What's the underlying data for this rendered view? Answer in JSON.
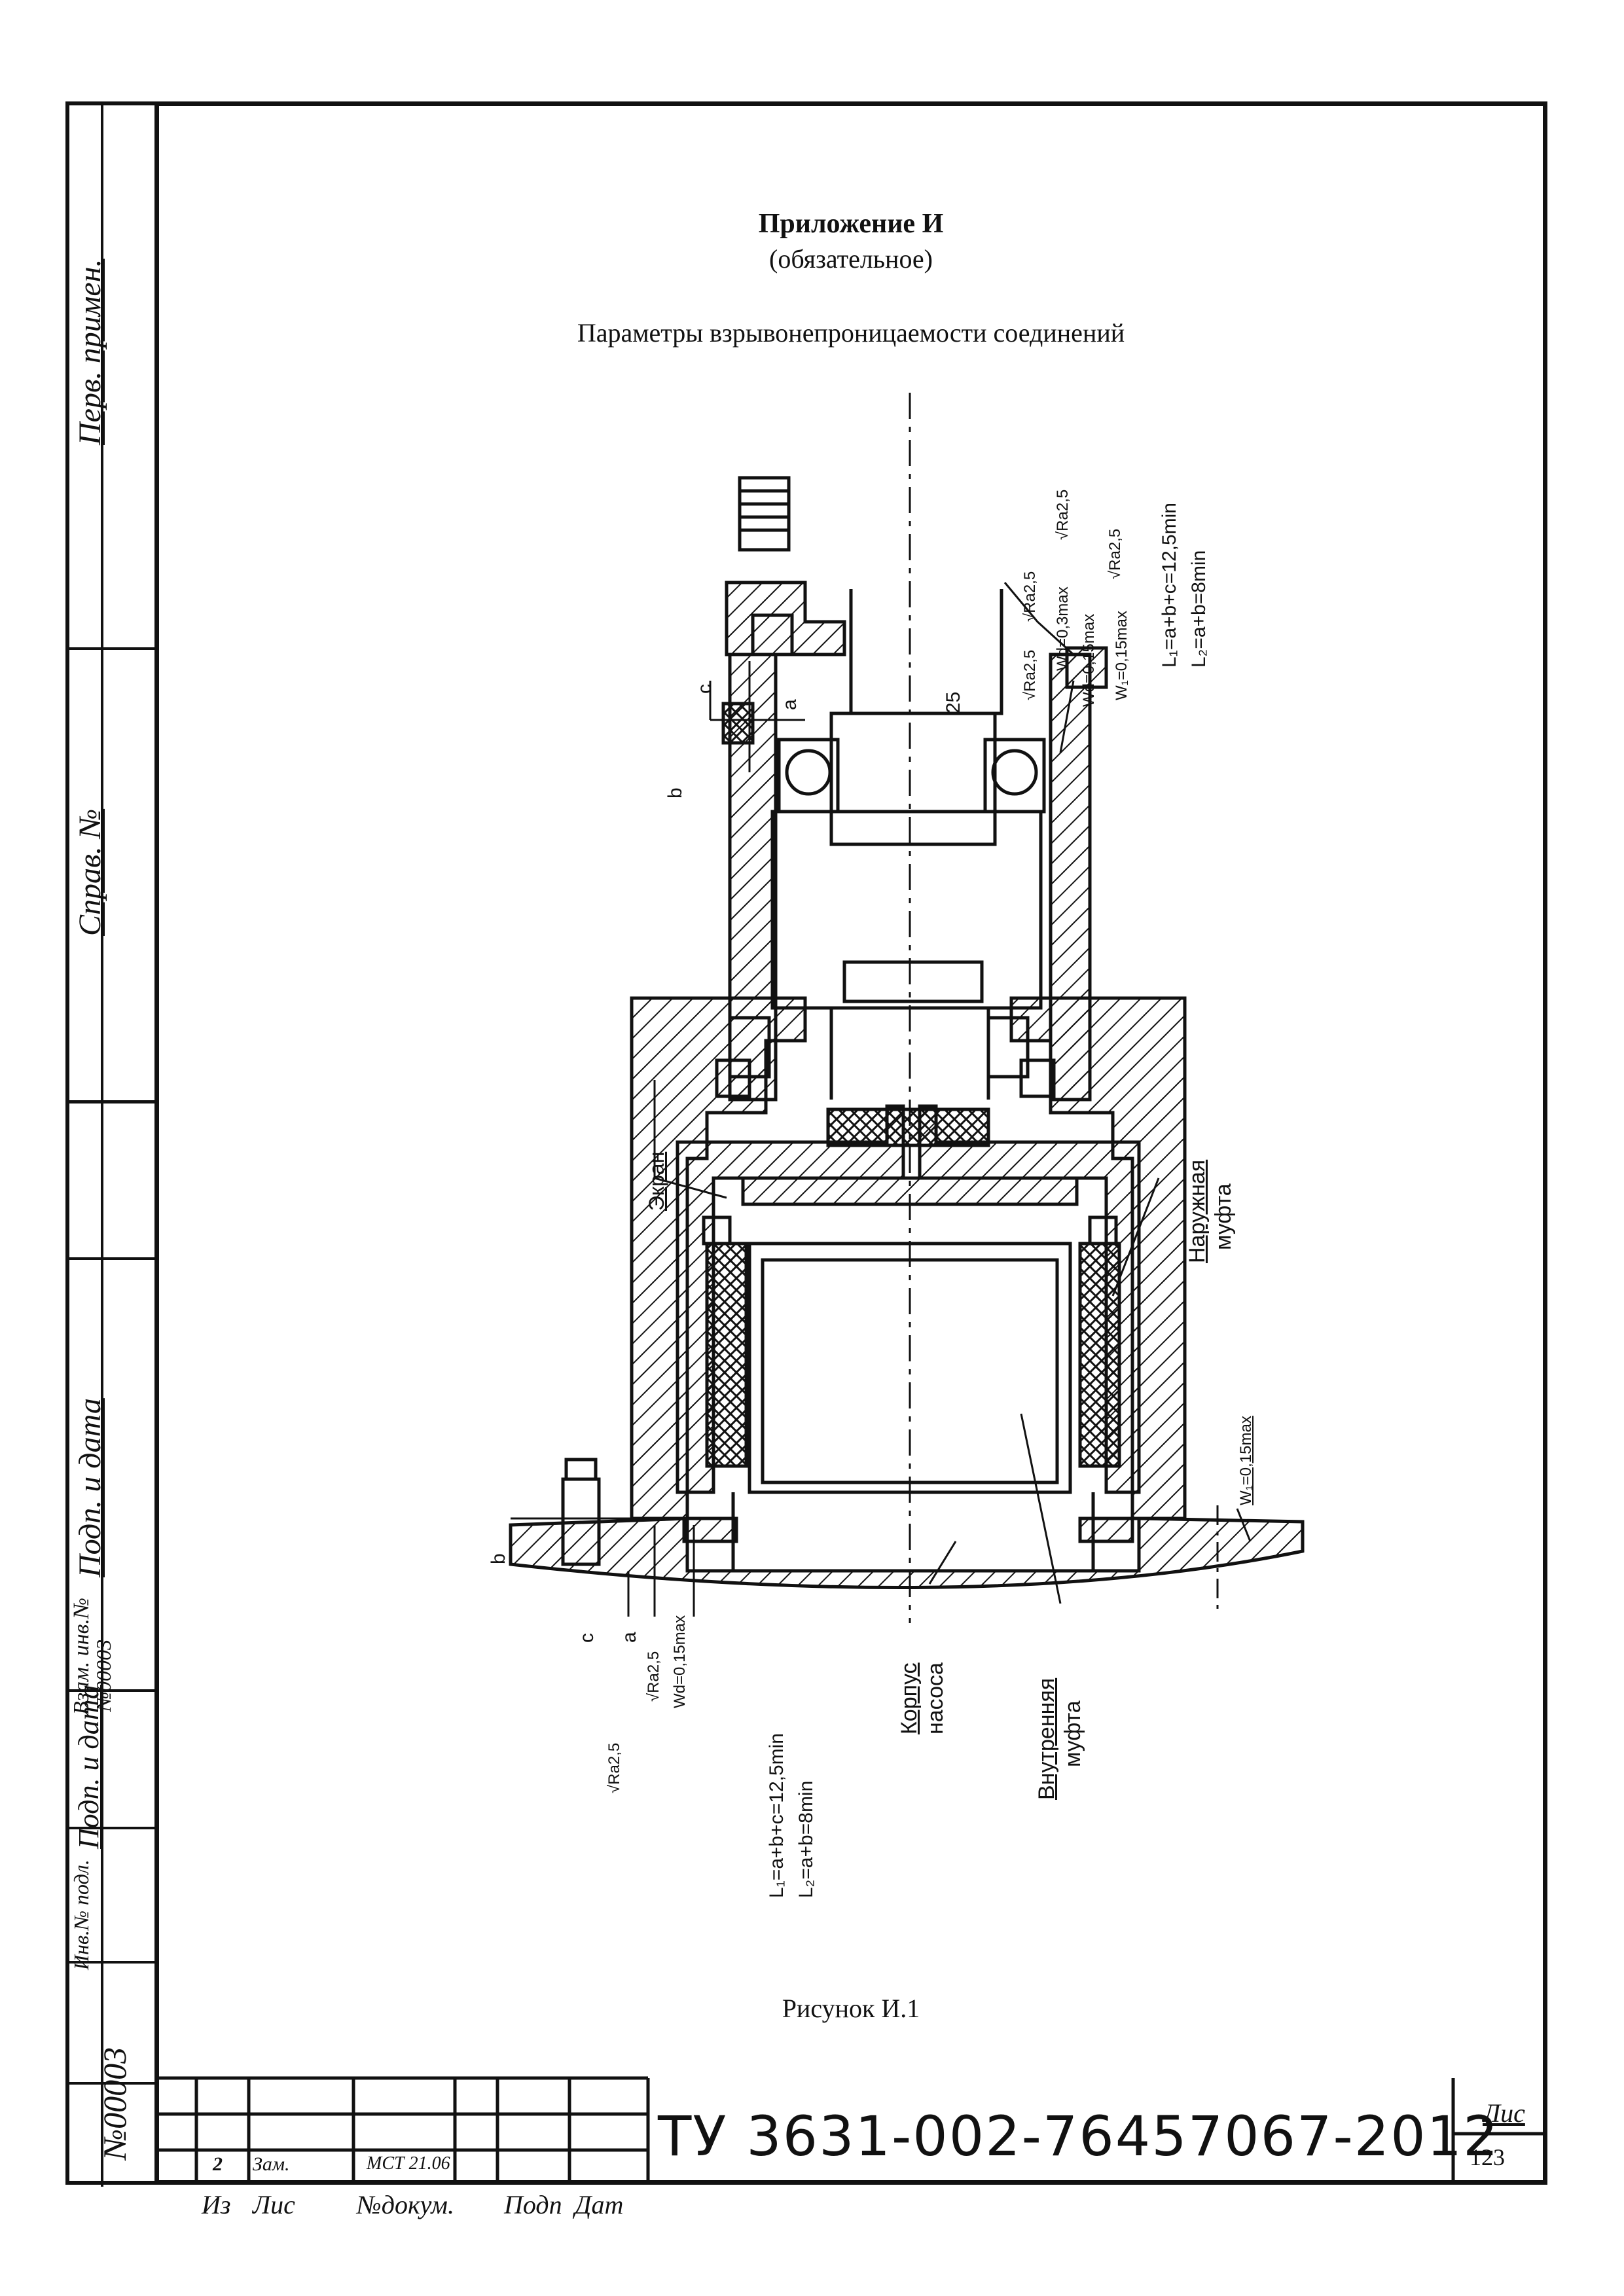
{
  "heading": {
    "title": "Приложение И",
    "subtitle": "(обязательное)",
    "description": "Параметры взрывонепроницаемости соединений"
  },
  "figure": {
    "caption": "Рисунок И.1",
    "formulas_top": [
      "L₁=a+b+c=12,5min",
      "L₂=a+b=8min"
    ],
    "formulas_bottom": [
      "L₁=a+b+c=12,5min",
      "L₂=a+b=8min"
    ],
    "labels": {
      "screen": "Экран",
      "outer_coupling_1": "Наружная",
      "outer_coupling_2": "муфта",
      "pump_body_1": "Корпус",
      "pump_body_2": "насоса",
      "inner_coupling_1": "Внутренняя",
      "inner_coupling_2": "муфта"
    },
    "roughness": [
      "√Ra2,5",
      "√Ra2,5",
      "√Ra2,5",
      "√Ra2,5",
      "√Ra2,5",
      "√Ra2,5"
    ],
    "tolerances": [
      "Wd=0,3max",
      "Wd=0,15max",
      "W₁=0,15max",
      "W₁=0,15max",
      "Wd=0,15max"
    ],
    "dims": [
      "25",
      "a",
      "c",
      "b",
      "b",
      "c",
      "a"
    ]
  },
  "margin_strip": {
    "perv_primen": "Перв. примен.",
    "sprav_no": "Справ. №",
    "podp_data_1": "Подп. и дата",
    "vzam_inv": "Взам. инв.№",
    "vzam_inv_value": "№00003",
    "podp_data_2": "Подп. и дата",
    "inv_podl": "Инв.№ подл.",
    "inv_podl_value": "№00003"
  },
  "title_block": {
    "row1": [
      "2",
      "Зам.",
      "МСТ 21.06",
      "",
      ""
    ],
    "headers": [
      "Из",
      "Лис",
      "№докум.",
      "Подп",
      "Дат"
    ],
    "doc_code": "ТУ 3631-002-76457067-2012",
    "sheet_label": "Лис",
    "sheet_no": "123"
  }
}
